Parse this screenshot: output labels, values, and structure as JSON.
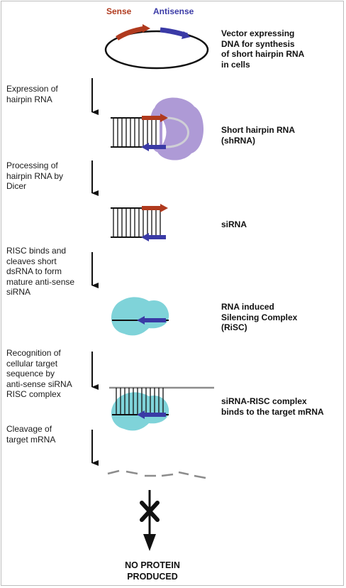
{
  "vector": {
    "sense": "Sense",
    "antisense": "Antisense",
    "label": "Vector expressing\nDNA for synthesis\nof short hairpin RNA\nin cells"
  },
  "steps": [
    "Expression of\nhairpin RNA",
    "Processing of\nhairpin RNA by\nDicer",
    "RISC binds and\ncleaves short\ndsRNA to form\nmature anti-sense\nsiRNA",
    "Recognition of\ncellular target\nsequence by\nanti-sense siRNA\nRISC complex",
    "Cleavage of\ntarget mRNA"
  ],
  "labels": [
    "Short hairpin RNA\n(shRNA)",
    "siRNA",
    "RNA induced\nSilencing Complex\n(RiSC)",
    "siRNA-RISC complex\nbinds to the target mRNA"
  ],
  "final": "NO PROTEIN\nPRODUCED",
  "colors": {
    "sense": "#b03a1e",
    "antisense": "#3a3aa6",
    "dicer": "#a58fd2",
    "risc": "#7fd3d9",
    "mrna": "#8c8c8c"
  }
}
